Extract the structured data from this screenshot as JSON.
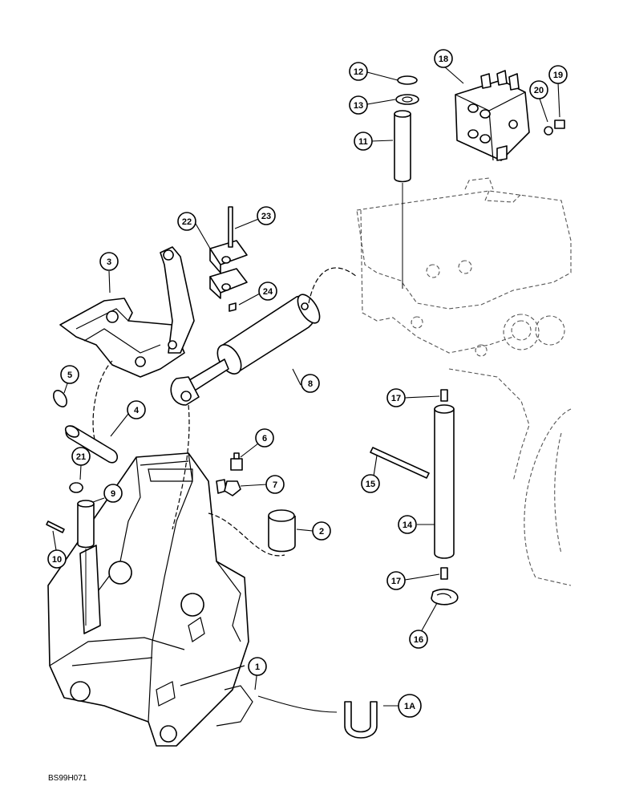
{
  "drawing_code": "BS99H071",
  "callouts": [
    {
      "id": "c1",
      "label": "1"
    },
    {
      "id": "c1a",
      "label": "1A"
    },
    {
      "id": "c2",
      "label": "2"
    },
    {
      "id": "c3",
      "label": "3"
    },
    {
      "id": "c4",
      "label": "4"
    },
    {
      "id": "c5",
      "label": "5"
    },
    {
      "id": "c6",
      "label": "6"
    },
    {
      "id": "c7",
      "label": "7"
    },
    {
      "id": "c8",
      "label": "8"
    },
    {
      "id": "c9",
      "label": "9"
    },
    {
      "id": "c10",
      "label": "10"
    },
    {
      "id": "c11",
      "label": "11"
    },
    {
      "id": "c12",
      "label": "12"
    },
    {
      "id": "c13",
      "label": "13"
    },
    {
      "id": "c14",
      "label": "14"
    },
    {
      "id": "c15",
      "label": "15"
    },
    {
      "id": "c16",
      "label": "16"
    },
    {
      "id": "c17a",
      "label": "17"
    },
    {
      "id": "c17b",
      "label": "17"
    },
    {
      "id": "c18",
      "label": "18"
    },
    {
      "id": "c19",
      "label": "19"
    },
    {
      "id": "c20",
      "label": "20"
    },
    {
      "id": "c21",
      "label": "21"
    },
    {
      "id": "c22",
      "label": "22"
    },
    {
      "id": "c23",
      "label": "23"
    },
    {
      "id": "c24",
      "label": "24"
    }
  ]
}
